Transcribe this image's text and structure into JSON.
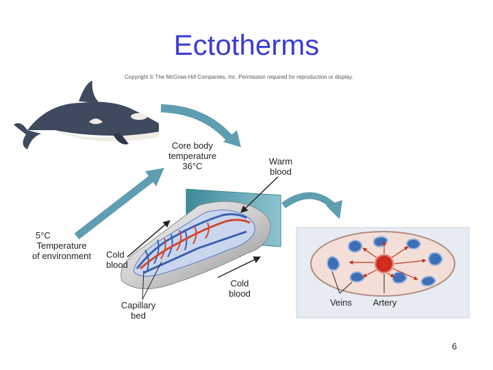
{
  "slide": {
    "title": "Ectotherms",
    "copyright": "Copyright © The McGraw-Hill Companies, Inc. Permission required for reproduction or display.",
    "page_number": "6"
  },
  "labels": {
    "core_body_temp": [
      "Core body",
      "temperature",
      "36°C"
    ],
    "warm_blood": [
      "Warm",
      "blood"
    ],
    "environment": [
      "5°C",
      "Temperature",
      "of environment"
    ],
    "cold_blood_left": [
      "Cold",
      "blood"
    ],
    "cold_blood_bottom": [
      "Cold",
      "blood"
    ],
    "capillary_bed": [
      "Capillary",
      "bed"
    ],
    "veins": "Veins",
    "artery": "Artery"
  },
  "colors": {
    "title": "#3c3cd6",
    "arrow": "#5f9db0",
    "artery": "#d2462e",
    "vein": "#3a5fb0",
    "whale_body": "#3f4a5e",
    "whale_belly": "#f0ede6"
  }
}
